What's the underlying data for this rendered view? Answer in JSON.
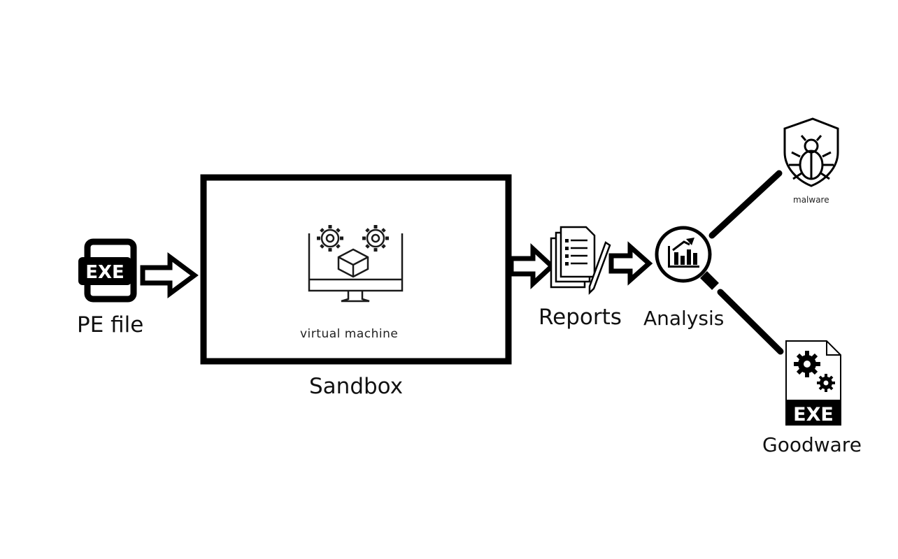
{
  "diagram": {
    "pe_file": {
      "label": "PE file",
      "badge": "EXE"
    },
    "sandbox": {
      "label": "Sandbox",
      "inner_label": "virtual machine"
    },
    "reports": {
      "label": "Reports"
    },
    "analysis": {
      "label": "Analysis"
    },
    "malware": {
      "label": "malware"
    },
    "goodware": {
      "label": "Goodware",
      "badge": "EXE"
    }
  },
  "icons": [
    "exe-file-icon",
    "virtual-machine-icon",
    "reports-icon",
    "analysis-magnifier-icon",
    "bug-shield-icon",
    "goodware-exe-icon"
  ],
  "colors": {
    "stroke": "#000000",
    "background": "#ffffff"
  }
}
